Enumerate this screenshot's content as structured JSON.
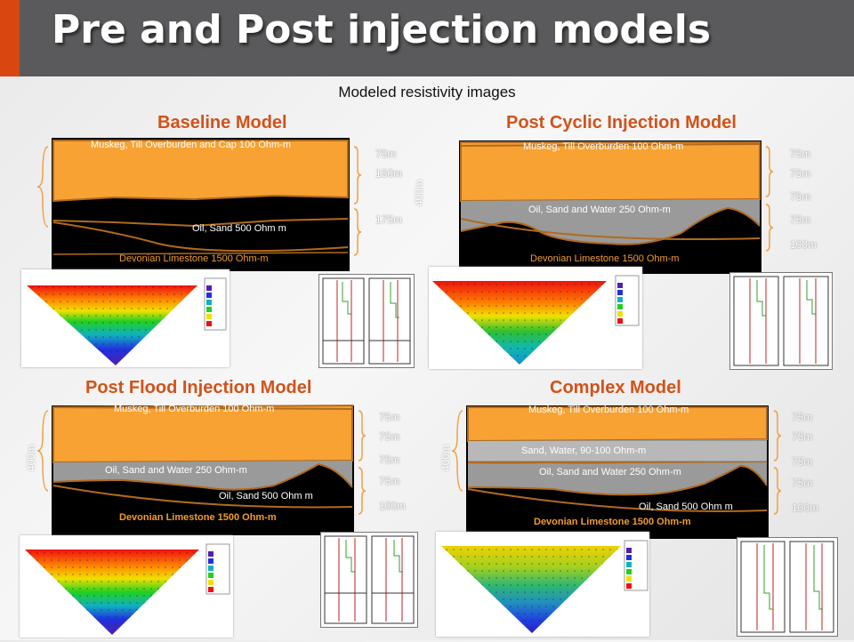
{
  "slide": {
    "title": "Pre and Post injection models",
    "subtitle": "Modeled  resistivity images"
  },
  "colors": {
    "header_bg": "#5a5a5c",
    "accent": "#d9460f",
    "panel_title": "#d2521a",
    "overburden": "#f7a233",
    "reservoir_gray": "#9a9a9a",
    "limestone": "#000000",
    "outline": "#b06a1e"
  },
  "panels": [
    {
      "title": "Baseline Model",
      "labels": [
        "Muskeg, Till Overburden and Cap 100 Ohm-m",
        "Oil, Sand  500 Ohm m",
        "Devonian Limestone 1500 Ohm-m"
      ],
      "depths": [
        "75m",
        "150m",
        "175m"
      ],
      "thickness": "400m"
    },
    {
      "title": "Post Cyclic Injection  Model",
      "labels": [
        "Muskeg, Till Overburden 100 Ohm-m",
        "Oil, Sand and Water 250 Ohm-m",
        "Devonian Limestone 1500 Ohm-m"
      ],
      "depths": [
        "75m",
        "75m",
        "75m",
        "75m",
        "100m"
      ]
    },
    {
      "title": "Post Flood Injection Model",
      "labels": [
        "Muskeg, Till Overburden 100 Ohm-m",
        "Oil, Sand and Water 250 Ohm-m",
        "Oil, Sand  500 Ohm m",
        "Devonian  Limestone 1500 Ohm-m"
      ],
      "depths": [
        "75m",
        "75m",
        "75m",
        "75m",
        "100m"
      ],
      "thickness": "400m"
    },
    {
      "title": "Complex Model",
      "labels": [
        "Muskeg, Till Overburden 100 Ohm-m",
        "Sand, Water, 90-100 Ohm-m",
        "Oil, Sand and Water 250 Ohm-m",
        "Oil, Sand  500 Ohm m",
        "Devonian Limestone 1500 Ohm-m"
      ],
      "depths": [
        "75m",
        "75m",
        "75m",
        "75m",
        "100m"
      ],
      "thickness": "400m"
    }
  ]
}
